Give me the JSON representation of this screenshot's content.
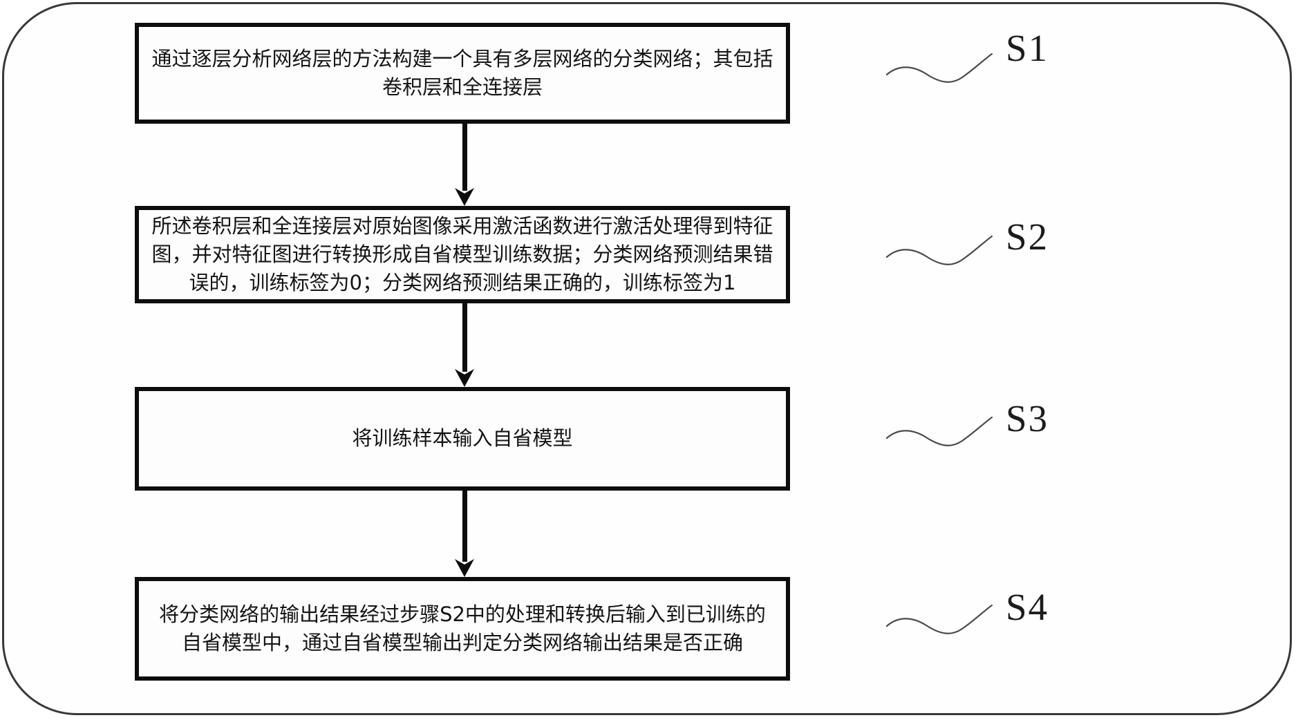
{
  "figure": {
    "type": "flowchart",
    "colors": {
      "background": "#ffffff",
      "box_border": "#0d0d0d",
      "outer_frame_border": "#383838",
      "text": "#141414",
      "leader_line": "#4a4a4a"
    },
    "steps": [
      {
        "label": "S1",
        "text": "通过逐层分析网络层的方法构建一个具有多层网络的分类网络；其包括卷积层和全连接层"
      },
      {
        "label": "S2",
        "text": "所述卷积层和全连接层对原始图像采用激活函数进行激活处理得到特征图，并对特征图进行转换形成自省模型训练数据；分类网络预测结果错误的，训练标签为0；分类网络预测结果正确的，训练标签为1"
      },
      {
        "label": "S3",
        "text": "将训练样本输入自省模型"
      },
      {
        "label": "S4",
        "text": "将分类网络的输出结果经过步骤S2中的处理和转换后输入到已训练的自省模型中，通过自省模型输出判定分类网络输出结果是否正确"
      }
    ]
  }
}
